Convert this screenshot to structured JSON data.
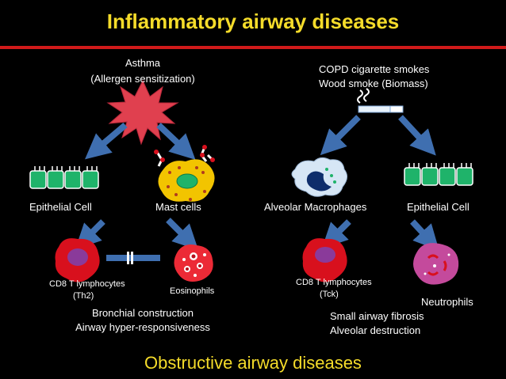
{
  "title": "Inflammatory airway diseases",
  "footer": "Obstructive airway diseases",
  "left": {
    "cause_line1": "Asthma",
    "cause_line2": "(Allergen sensitization)",
    "epithelial": "Epithelial Cell",
    "mast": "Mast cells",
    "cd8_line1": "CD8 T lymphocytes",
    "cd8_line2": "(Th2)",
    "eos": "Eosinophils",
    "outcome1": "Bronchial construction",
    "outcome2": "Airway hyper-responsiveness"
  },
  "right": {
    "cause_line1": "COPD cigarette smokes",
    "cause_line2": "Wood smoke (Biomass)",
    "macro": "Alveolar Macrophages",
    "epithelial": "Epithelial Cell",
    "cd8_line1": "CD8 T lymphocytes",
    "cd8_line2": "(Tck)",
    "neut": "Neutrophils",
    "outcome1": "Small airway fibrosis",
    "outcome2": "Alveolar destruction"
  },
  "colors": {
    "title": "#f5dc2a",
    "rule": "#d11a1a",
    "arrow": "#3f6fb0",
    "starburst": "#e0404f",
    "epithelial": "#1fb36a",
    "tcell": "#d8101d",
    "tcell_nucleus": "#8a3a9a",
    "mast": "#f2c400",
    "eosinophil": "#ec2a36",
    "macrophage": "#d6e6f5",
    "neutrophil": "#c44a9c"
  }
}
